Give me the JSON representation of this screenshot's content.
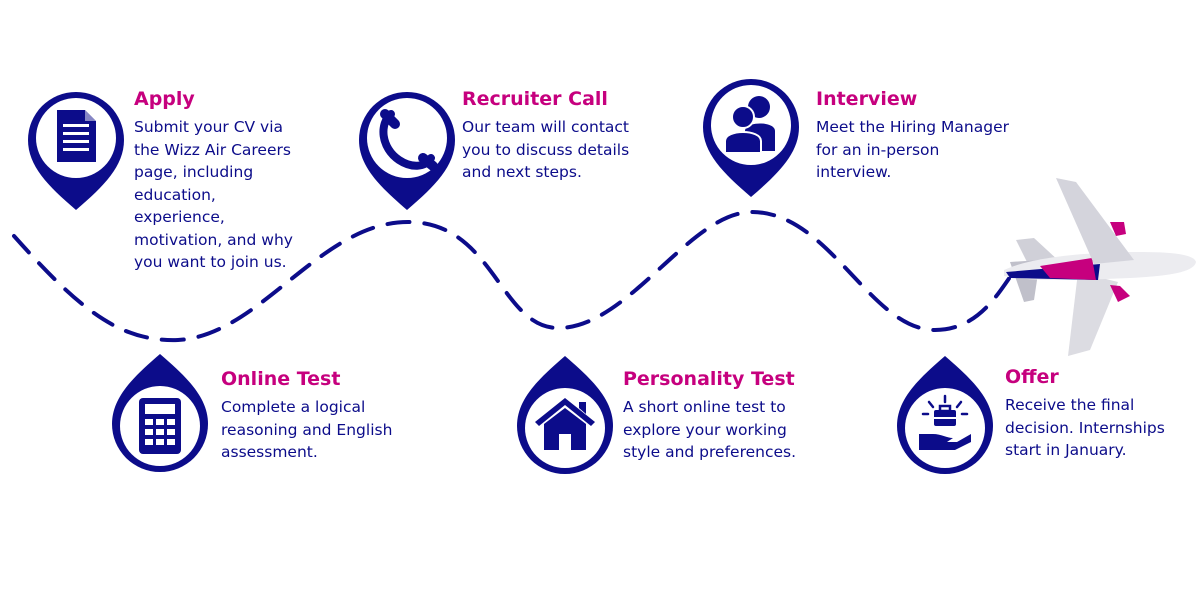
{
  "colors": {
    "primary": "#0c0c8a",
    "accent": "#c6007e",
    "background": "#ffffff"
  },
  "steps": [
    {
      "title": "Apply",
      "icon": "document-icon",
      "lines": [
        "Submit your CV via",
        "the Wizz Air Careers",
        "page, including",
        "education,",
        "experience,",
        "motivation, and why",
        "you want to join us."
      ]
    },
    {
      "title": "Online Test",
      "icon": "calculator-icon",
      "lines": [
        "Complete a logical",
        "reasoning and English",
        "assessment."
      ]
    },
    {
      "title": "Recruiter Call",
      "icon": "phone-icon",
      "lines": [
        "Our team will contact",
        "you to discuss details",
        "and next steps."
      ]
    },
    {
      "title": "Personality Test",
      "icon": "house-icon",
      "lines": [
        "A short online test to",
        "explore your working",
        "style and preferences."
      ]
    },
    {
      "title": "Interview",
      "icon": "people-icon",
      "lines": [
        "Meet the Hiring Manager",
        "for an in-person",
        "interview."
      ]
    },
    {
      "title": "Offer",
      "icon": "briefcase-hand-icon",
      "lines": [
        "Receive the final",
        "decision. Internships",
        "start in January."
      ]
    }
  ]
}
